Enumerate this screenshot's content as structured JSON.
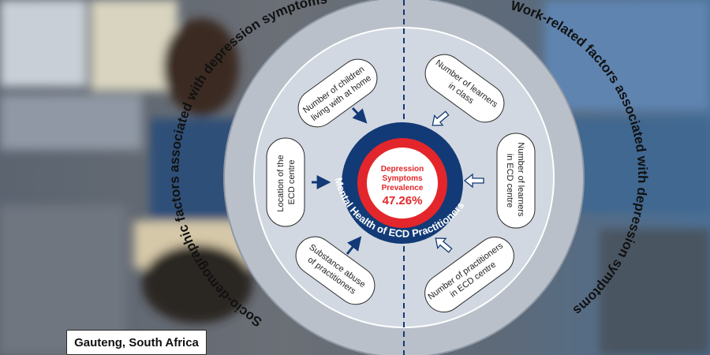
{
  "outer_ring": {
    "left_title": "Socio-demographic factors associated with depression symptoms",
    "right_title": "Work-related factors associated with depression symptoms"
  },
  "left_factors": [
    {
      "lines": [
        "Number of children",
        "living with at home"
      ]
    },
    {
      "lines": [
        "Location of the",
        "ECD centre"
      ]
    },
    {
      "lines": [
        "Substance abuse",
        "of practitioners"
      ]
    }
  ],
  "right_factors": [
    {
      "lines": [
        "Number of learners",
        "in class"
      ]
    },
    {
      "lines": [
        "Number of learners",
        "in ECD centre"
      ]
    },
    {
      "lines": [
        "Number of practitioners",
        "in ECD centre"
      ]
    }
  ],
  "center": {
    "ring_label": "Mental Health of ECD Practitioners",
    "line1": "Depression",
    "line2": "Symptoms",
    "line3": "Prevalence",
    "value": "47.26%"
  },
  "location_label": "Gauteng, South Africa",
  "colors": {
    "navy": "#123a77",
    "red": "#e3262b",
    "ring_gray": "#b9c0c9",
    "inner_fill": "#d2d8e1",
    "pill_fill": "#ffffff"
  }
}
